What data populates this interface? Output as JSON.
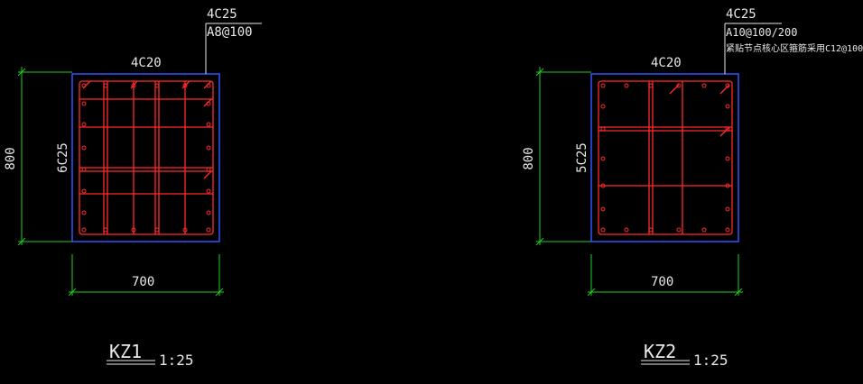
{
  "kz1": {
    "top_annot_1": "4C25",
    "top_annot_2": "A8@100",
    "top_bars": "4C20",
    "side_bars": "6C25",
    "height_dim": "800",
    "width_dim": "700",
    "name": "KZ1",
    "scale": "1:25"
  },
  "kz2": {
    "top_annot_1": "4C25",
    "top_annot_2": "A10@100/200",
    "top_annot_3": "紧贴节点核心区箍筋采用C12@100",
    "top_bars": "4C20",
    "side_bars": "5C25",
    "height_dim": "800",
    "width_dim": "700",
    "name": "KZ2",
    "scale": "1:25"
  },
  "colors": {
    "background": "#000000",
    "outline": "#2f56ff",
    "rebar": "#ff2a2a",
    "dimension": "#22cc22",
    "text": "#e8e8e8"
  }
}
